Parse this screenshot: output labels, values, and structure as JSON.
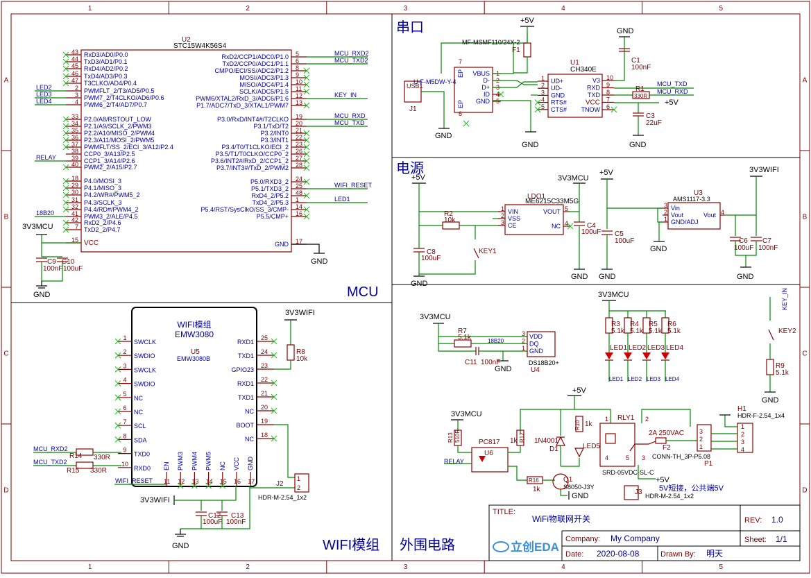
{
  "border": {
    "cols": [
      "1",
      "2",
      "3",
      "4",
      "5"
    ],
    "rows": [
      "A",
      "B",
      "C",
      "D"
    ]
  },
  "sections": {
    "mcu": "MCU",
    "wifi": "WIFI模组",
    "serial": "串口",
    "power": "电源",
    "peripheral": "外围电路"
  },
  "mcu": {
    "ref": "U2",
    "part": "STC15W4K56S4",
    "left_pins": [
      {
        "num": "43",
        "name": "RxD3/AD0/P0.0"
      },
      {
        "num": "44",
        "name": "TxD3/AD1/P0.1"
      },
      {
        "num": "45",
        "name": "RxD4/AD2/P0.2"
      },
      {
        "num": "46",
        "name": "TxD4/AD3/P0.3"
      },
      {
        "num": "47",
        "name": "T3CLKO/AD4/P0.4"
      },
      {
        "num": "2",
        "name": "PWMFLT_2/T3/AD5/P0.5"
      },
      {
        "num": "3",
        "name": "PWM7_2/T4CLKO/AD6/P0.6"
      },
      {
        "num": "4",
        "name": "PWM6_2/T4/AD7/P0.7"
      },
      {
        "num": "33",
        "name": "P2.0/A8/RSTOUT_LOW"
      },
      {
        "num": "34",
        "name": "P2.1/A9/SCLK_2/PWM3"
      },
      {
        "num": "35",
        "name": "P2.2/A10/MISO_2/PWM4"
      },
      {
        "num": "36",
        "name": "P2.3/A11/MOSI_2/PWM5"
      },
      {
        "num": "37",
        "name": "PWMFLT/SS_2/ECI_3/A12/P2.4"
      },
      {
        "num": "38",
        "name": "CCP0_3/A13/P2.5"
      },
      {
        "num": "39",
        "name": "CCP1_3/A14/P2.6"
      },
      {
        "num": "40",
        "name": "PWM2_2/A15/P2.7"
      },
      {
        "num": "18",
        "name": "P4.0/MOSI_3"
      },
      {
        "num": "29",
        "name": "P4.1/MISO_3"
      },
      {
        "num": "30",
        "name": "P4.2/WR#/PWM5_2"
      },
      {
        "num": "31",
        "name": "P4.3/SCLK_3"
      },
      {
        "num": "32",
        "name": "P4.4/RD#/PWM4_2"
      },
      {
        "num": "41",
        "name": "PWM3_2/ALE/P4.5"
      },
      {
        "num": "42",
        "name": "RxD2_2/P4.6"
      },
      {
        "num": "7",
        "name": "TxD2_2/P4.7"
      },
      {
        "num": "15",
        "name": "VCC"
      }
    ],
    "right_pins": [
      {
        "num": "5",
        "name": "RxD2/CCP1/ADC0/P1.0"
      },
      {
        "num": "6",
        "name": "TxD2/CCP0/ADC1/P1.1"
      },
      {
        "num": "8",
        "name": "CMPO/ECI/SS/ADC2/P1.2"
      },
      {
        "num": "9",
        "name": "MOSI/ADC3/P1.3"
      },
      {
        "num": "10",
        "name": "MISO/ADC4/P1.4"
      },
      {
        "num": "11",
        "name": "SCLK/ADC5/P1.5"
      },
      {
        "num": "12",
        "name": "PWM6/XTAL2/RxD_3/ADC6/P1.6"
      },
      {
        "num": "13",
        "name": "P1.7/ADC7/TxD_3/XTAL1/PWM7"
      },
      {
        "num": "19",
        "name": "P3.0/RxD/INT4#/T2CLKO"
      },
      {
        "num": "20",
        "name": "P3.1/TxD/T2"
      },
      {
        "num": "21",
        "name": "P3.2/INT0"
      },
      {
        "num": "22",
        "name": "P3.3/INT1"
      },
      {
        "num": "23",
        "name": "P3.4/T0/T1CLKO/ECI_2"
      },
      {
        "num": "26",
        "name": "P3.5/T1/T0CLKO/CCP0_2"
      },
      {
        "num": "27",
        "name": "P3.6/INT2#/RxD_2/CCP1_2"
      },
      {
        "num": "28",
        "name": "P3.7/INT3#/TxD_2/PWM2"
      },
      {
        "num": "24",
        "name": "P5.0/RXD3_2"
      },
      {
        "num": "25",
        "name": "P5.1/TXD3_2"
      },
      {
        "num": "48",
        "name": "RxD4_2/P5.2"
      },
      {
        "num": "1",
        "name": "TxD4_2/P5.3"
      },
      {
        "num": "14",
        "name": "P5.4/RST/SysClkO/SS_3/CMP-"
      },
      {
        "num": "16",
        "name": "P5.5/CMP+"
      },
      {
        "num": "17",
        "name": "GND"
      }
    ],
    "left_nets": [
      "LED2",
      "LED3",
      "LED4",
      "RELAY",
      "18B20"
    ],
    "right_nets": [
      "MCU_RXD2",
      "MCU_TXD2",
      "KEY_IN",
      "MCU_RXD",
      "MCU_TXD",
      "WIFI_RESET",
      "LED1"
    ],
    "power_net": "3V3MCU",
    "gnd": "GND",
    "caps": [
      {
        "ref": "C9",
        "value": "100nF"
      },
      {
        "ref": "C10",
        "value": "100uF"
      }
    ]
  },
  "wifi": {
    "title": "WIFI模组",
    "part": "EMW3080",
    "ref": "U5",
    "ref_part": "EMW3080B",
    "left_pins": [
      {
        "num": "1",
        "name": "SWCLK"
      },
      {
        "num": "2",
        "name": "SWDIO"
      },
      {
        "num": "3",
        "name": "SWCLK"
      },
      {
        "num": "4",
        "name": "SWDIO"
      },
      {
        "num": "5",
        "name": "NC"
      },
      {
        "num": "6",
        "name": "NC"
      },
      {
        "num": "7",
        "name": "SCL"
      },
      {
        "num": "8",
        "name": "SDA"
      },
      {
        "num": "9",
        "name": "TXD0"
      },
      {
        "num": "10",
        "name": "RXD0"
      }
    ],
    "right_pins": [
      {
        "num": "25",
        "name": "RXD1"
      },
      {
        "num": "24",
        "name": "TXD1"
      },
      {
        "num": "23",
        "name": "GPIO23"
      },
      {
        "num": "22",
        "name": "RXD1"
      },
      {
        "num": "21",
        "name": "TXD1"
      },
      {
        "num": "20",
        "name": "NC"
      },
      {
        "num": "19",
        "name": "BOOT"
      },
      {
        "num": "18",
        "name": "NC"
      }
    ],
    "bottom_pins": [
      {
        "num": "11",
        "name": "EN"
      },
      {
        "num": "12",
        "name": "PWM3"
      },
      {
        "num": "13",
        "name": "PWM4"
      },
      {
        "num": "14",
        "name": "PWM5"
      },
      {
        "num": "15",
        "name": "NC"
      },
      {
        "num": "16",
        "name": "VCC"
      },
      {
        "num": "17",
        "name": "GND"
      }
    ],
    "power_net": "3V3WIFI",
    "gnd": "GND",
    "nets": [
      "MCU_RXD2",
      "MCU_TXD2",
      "WIFI_RESET"
    ],
    "r14": {
      "ref": "R14",
      "value": "330R"
    },
    "r15": {
      "ref": "R15",
      "value": "330R"
    },
    "r8": {
      "ref": "R8",
      "value": "10k"
    },
    "c12": {
      "ref": "C12",
      "value": "100uF"
    },
    "c13": {
      "ref": "C13",
      "value": "100nF"
    },
    "j2": {
      "ref": "J2",
      "part": "HDR-M-2.54_1x2",
      "pins": [
        "1",
        "2"
      ]
    }
  },
  "serial": {
    "usb": {
      "ref": "J1",
      "part": "U-F-M5DW-Y-4",
      "label": "USB1",
      "pins": [
        {
          "num": "1",
          "name": "VBUS"
        },
        {
          "num": "2",
          "name": "D-"
        },
        {
          "num": "3",
          "name": "D+"
        },
        {
          "num": "4",
          "name": "ID"
        },
        {
          "num": "5",
          "name": "GND"
        }
      ],
      "ep": [
        "EP",
        "EP"
      ],
      "ep_nums": [
        "7",
        "6"
      ]
    },
    "fuse": {
      "ref": "F1",
      "part": "MF-MSMF110/24X-2"
    },
    "ic": {
      "ref": "U1",
      "part": "CH340E",
      "left_pins": [
        {
          "num": "1",
          "name": "UD+"
        },
        {
          "num": "2",
          "name": "UD-"
        },
        {
          "num": "3",
          "name": "GND"
        },
        {
          "num": "4",
          "name": "RTS#"
        },
        {
          "num": "5",
          "name": "CTS#"
        }
      ],
      "right_pins": [
        {
          "num": "10",
          "name": "V3"
        },
        {
          "num": "9",
          "name": "RXD"
        },
        {
          "num": "8",
          "name": "TXD"
        },
        {
          "num": "7",
          "name": "VCC"
        },
        {
          "num": "6",
          "name": "TNOW"
        }
      ]
    },
    "c1": {
      "ref": "C1",
      "value": "100nF"
    },
    "c3": {
      "ref": "C3",
      "value": "22uF"
    },
    "r1": {
      "ref": "R1",
      "value": "330R"
    },
    "nets": [
      "MCU_TXD",
      "MCU_RXD"
    ],
    "power": "+5V",
    "gnd": "GND"
  },
  "power": {
    "ldo1": {
      "ref": "LDO1",
      "part": "ME6215C33M5G",
      "pins": [
        {
          "num": "1",
          "name": "VIN"
        },
        {
          "num": "2",
          "name": "VSS"
        },
        {
          "num": "3",
          "name": "CE"
        },
        {
          "num": "5",
          "name": "VOUT"
        },
        {
          "num": "4",
          "name": "NC"
        }
      ]
    },
    "u3": {
      "ref": "U3",
      "part": "AMS1117-3.3",
      "pins": [
        {
          "num": "3",
          "name": "Vin"
        },
        {
          "num": "2",
          "name": "Vout"
        },
        {
          "num": "1",
          "name": "GND/ADJ"
        },
        {
          "num": "4",
          "name": "Vout"
        }
      ]
    },
    "r2": {
      "ref": "R2",
      "value": "10k"
    },
    "key1": {
      "ref": "KEY1"
    },
    "c8": {
      "ref": "C8",
      "value": "100uF"
    },
    "c4": {
      "ref": "C4",
      "value": "100uF"
    },
    "c5": {
      "ref": "C5",
      "value": "100uF"
    },
    "c6": {
      "ref": "C6",
      "value": "100uF"
    },
    "c7": {
      "ref": "C7",
      "value": "100nF"
    },
    "nets": [
      "+5V",
      "3V3MCU",
      "+5V",
      "3V3WIFI"
    ],
    "gnd": "GND"
  },
  "peripheral": {
    "ds18b20": {
      "ref": "U4",
      "part": "DS18B20+",
      "pins": [
        {
          "num": "3",
          "name": "VDD"
        },
        {
          "num": "2",
          "name": "DQ"
        },
        {
          "num": "1",
          "name": "GND"
        }
      ]
    },
    "r7": {
      "ref": "R7",
      "value": "5.1k"
    },
    "c11": {
      "ref": "C11",
      "value": "100nF"
    },
    "net_18b20": "18B20",
    "leds": [
      {
        "r": "R3",
        "rv": "5.1k",
        "led": "LED1"
      },
      {
        "r": "R4",
        "rv": "5.1k",
        "led": "LED2"
      },
      {
        "r": "R5",
        "rv": "5.1k",
        "led": "LED3"
      },
      {
        "r": "R6",
        "rv": "5.1k",
        "led": "LED4"
      }
    ],
    "key2": {
      "ref": "KEY2",
      "net": "KEY_IN"
    },
    "r9": {
      "ref": "R9",
      "value": "5.1k"
    },
    "relay_ckt": {
      "pc817": {
        "ref": "U6",
        "part": "PC817"
      },
      "r13": {
        "ref": "R13",
        "value": "510R"
      },
      "r12": {
        "ref": "R12",
        "value": "1k"
      },
      "r10": {
        "ref": "R10",
        "value": "1k"
      },
      "r16": {
        "ref": "R16",
        "value": "1k"
      },
      "d1": {
        "ref": "D1",
        "part": "1N4001"
      },
      "led5": {
        "ref": "LED5"
      },
      "q1": {
        "ref": "Q1",
        "part": "S8050-J3Y"
      },
      "rly": {
        "ref": "RLY1",
        "part": "SRD-05VDC-SL-C"
      },
      "f2": {
        "ref": "F2",
        "value": "2A 250VAC"
      },
      "p1": {
        "ref": "P1",
        "part": "CONN-TH_3P-P5.08",
        "pins": [
          "3",
          "2",
          "1"
        ]
      },
      "h1": {
        "ref": "H1",
        "part": "HDR-F-2.54_1x4",
        "pins": [
          "1",
          "2",
          "3",
          "4"
        ]
      },
      "j3": {
        "ref": "J3",
        "part": "HDR-M-2.54_1x2",
        "note": "5V短接，公共端5V"
      },
      "relay_net": "RELAY",
      "pins": {
        "one": "1",
        "two": "2",
        "three": "3",
        "four": "4",
        "five": "5"
      }
    },
    "nets": [
      "3V3MCU",
      "+5V",
      "+5V"
    ],
    "gnd": "GND"
  },
  "title_block": {
    "title_label": "TITLE:",
    "title": "WiFi物联网开关",
    "rev_label": "REV:",
    "rev": "1.0",
    "company_label": "Company:",
    "company": "My Company",
    "sheet_label": "Sheet:",
    "sheet": "1/1",
    "date_label": "Date:",
    "date": "2020-08-08",
    "drawn_label": "Drawn By:",
    "drawn": "明天",
    "logo": "立创EDA"
  },
  "colors": {
    "frame": "#7a0000",
    "wire": "#008800",
    "text": "#000099",
    "component": "#880000"
  }
}
